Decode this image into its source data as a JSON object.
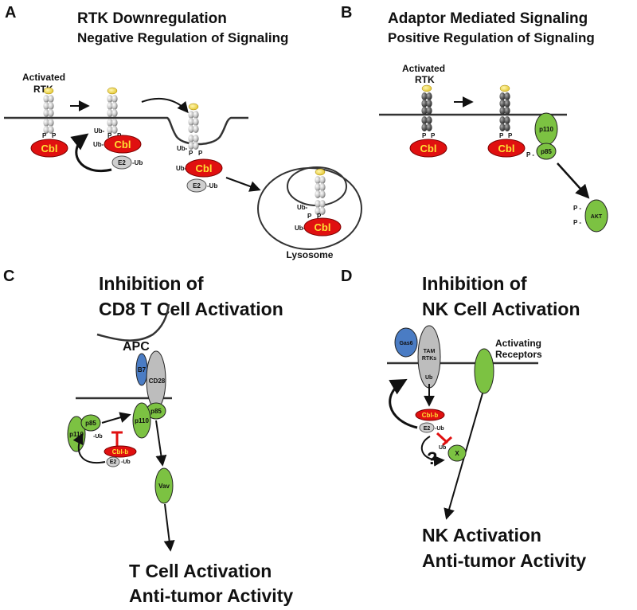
{
  "panel_a": {
    "letter": "A",
    "title": "RTK Downregulation",
    "subtitle": "Negative Regulation of Signaling",
    "activated": "Activated",
    "rtk": "RTK",
    "cbl": "Cbl",
    "e2": "E2",
    "ub": "Ub",
    "ub_dash": "Ub-",
    "dash_ub": "-Ub",
    "p": "P",
    "lysosome": "Lysosome"
  },
  "panel_b": {
    "letter": "B",
    "title": "Adaptor Mediated Signaling",
    "subtitle": "Positive Regulation of Signaling",
    "activated": "Activated",
    "rtk": "RTK",
    "cbl": "Cbl",
    "p110": "p110",
    "p85": "p85",
    "akt": "AKT",
    "p": "P",
    "p_dash": "P -"
  },
  "panel_c": {
    "letter": "C",
    "title_line1": "Inhibition of",
    "title_line2": "CD8 T Cell Activation",
    "apc": "APC",
    "b7": "B7",
    "cd28": "CD28",
    "p85": "p85",
    "p110": "p110",
    "vav": "Vav",
    "cblb": "Cbl-b",
    "e2": "E2",
    "dash_ub": "-Ub",
    "result_line1": "T Cell Activation",
    "result_line2": "Anti-tumor Activity"
  },
  "panel_d": {
    "letter": "D",
    "title_line1": "Inhibition of",
    "title_line2": "NK Cell Activation",
    "gas6": "Gas6",
    "tam_line1": "TAM",
    "tam_line2": "RTKs",
    "activating_line1": "Activating",
    "activating_line2": "Receptors",
    "ub": "Ub",
    "cblb": "Cbl-b",
    "e2": "E2",
    "dash_ub": "-Ub",
    "x": "X",
    "question": "?",
    "result_line1": "NK Activation",
    "result_line2": "Anti-tumor Activity"
  },
  "colors": {
    "cbl_red": "#e01010",
    "cbl_text": "#ffe033",
    "adaptor_green": "#7cc242",
    "ligand_blue": "#4a7cc4",
    "receptor_gray": "#bdbdbd",
    "inhibit_red": "#e01010"
  }
}
